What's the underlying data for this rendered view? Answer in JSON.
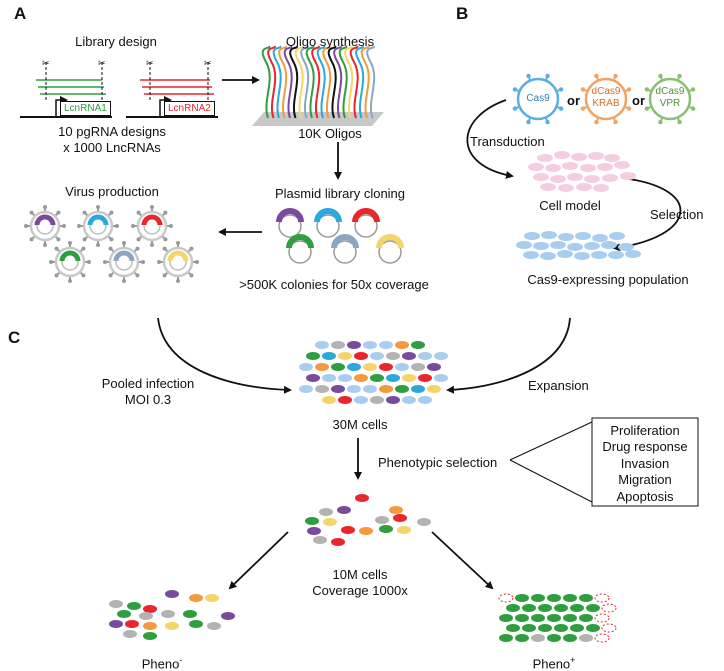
{
  "panels": {
    "a": "A",
    "b": "B",
    "c": "C"
  },
  "panel_a": {
    "library_design": "Library design",
    "lnc1": "LcnRNA1",
    "lnc2": "LcnRNA2",
    "designs_line1": "10 pgRNA designs",
    "designs_line2": "x 1000 LncRNAs",
    "oligo_synthesis": "Oligo synthesis",
    "oligos": "10K Oligos",
    "plasmid_cloning": "Plasmid library cloning",
    "colonies": ">500K colonies for 50x coverage",
    "virus_production": "Virus production"
  },
  "panel_b": {
    "cas9": "Cas9",
    "or1": "or",
    "dcas9_krab_1": "dCas9",
    "dcas9_krab_2": "KRAB",
    "or2": "or",
    "dcas9_vpr_1": "dCas9",
    "dcas9_vpr_2": "VPR",
    "transduction": "Transduction",
    "cell_model": "Cell model",
    "selection": "Selection",
    "population": "Cas9-expressing population"
  },
  "panel_c": {
    "pooled_infection_1": "Pooled infection",
    "pooled_infection_2": "MOI 0.3",
    "expansion": "Expansion",
    "cells_30m": "30M cells",
    "phenotypic_selection": "Phenotypic selection",
    "phenotypes": [
      "Proliferation",
      "Drug response",
      "Invasion",
      "Migration",
      "Apoptosis"
    ],
    "cells_10m": "10M cells",
    "coverage": "Coverage 1000x",
    "pheno_minus": "Pheno",
    "pheno_minus_sup": "-",
    "pheno_plus": "Pheno",
    "pheno_plus_sup": "+"
  },
  "colors": {
    "green": "#2e9e3e",
    "red": "#e8262b",
    "purple": "#7a4a9e",
    "cyan": "#29a9dc",
    "grey_blue": "#8aa6c3",
    "yellow": "#f5d56a",
    "orange": "#f29a3d",
    "light_blue": "#a9cdee",
    "pink": "#f6cde0",
    "grey": "#b3b3b3",
    "cas9": "#5aaee0",
    "krab": "#f4a261",
    "vpr": "#88c070"
  }
}
